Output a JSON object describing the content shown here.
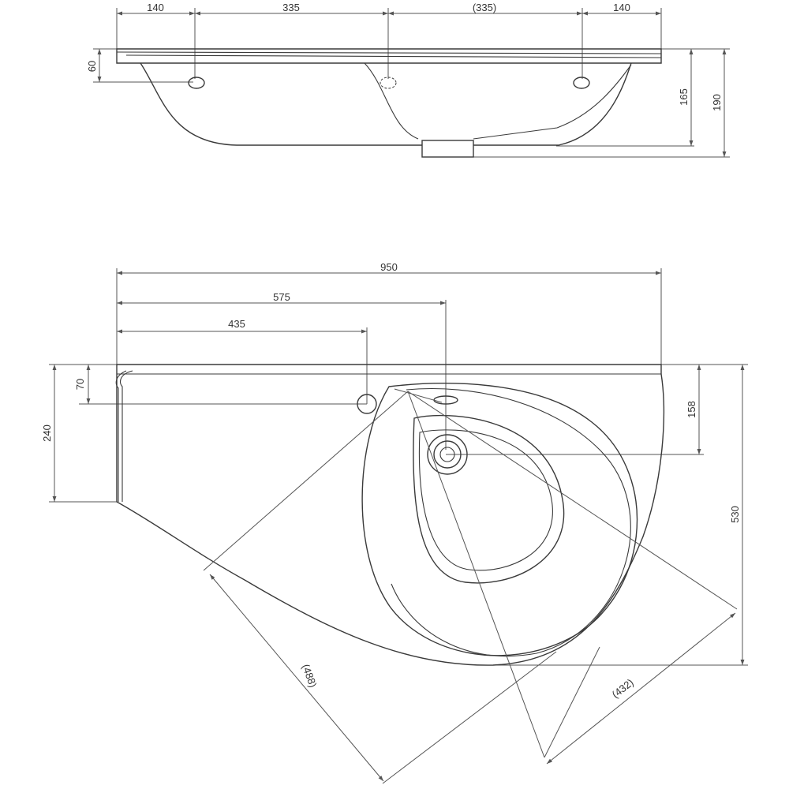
{
  "top_view": {
    "w1": "140",
    "w2": "335",
    "w3": "(335)",
    "w4": "140",
    "h_rim": "60",
    "h_bowl": "165",
    "h_total": "190"
  },
  "plan_view": {
    "width": "950",
    "drain_offset": "575",
    "tap_offset": "435",
    "tap_depth": "70",
    "left_depth": "240",
    "drain_depth": "158",
    "total_depth": "530",
    "diag_left": "(488)",
    "diag_right": "(432)"
  },
  "colors": {
    "line": "#555555",
    "outline": "#3a3a3a",
    "text": "#333333"
  }
}
